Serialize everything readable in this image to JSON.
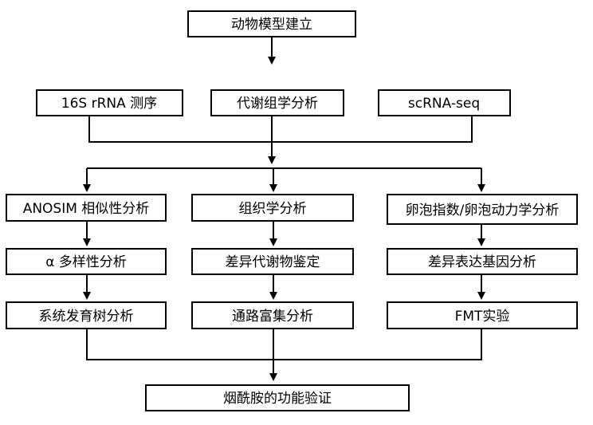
{
  "diagram": {
    "title_box": "动物模型建立",
    "methods": [
      "16S rRNA 测序",
      "代谢组学分析",
      "scRNA-seq"
    ],
    "branches": {
      "left": [
        "ANOSIM 相似性分析",
        "α 多样性分析",
        "系统发育树分析"
      ],
      "middle": [
        "组织学分析",
        "差异代谢物鉴定",
        "通路富集分析"
      ],
      "right": [
        "卵泡指数/卵泡动力学分析",
        "差异表达基因分析",
        "FMT实验"
      ]
    },
    "final_box": "烟酰胺的功能验证"
  }
}
